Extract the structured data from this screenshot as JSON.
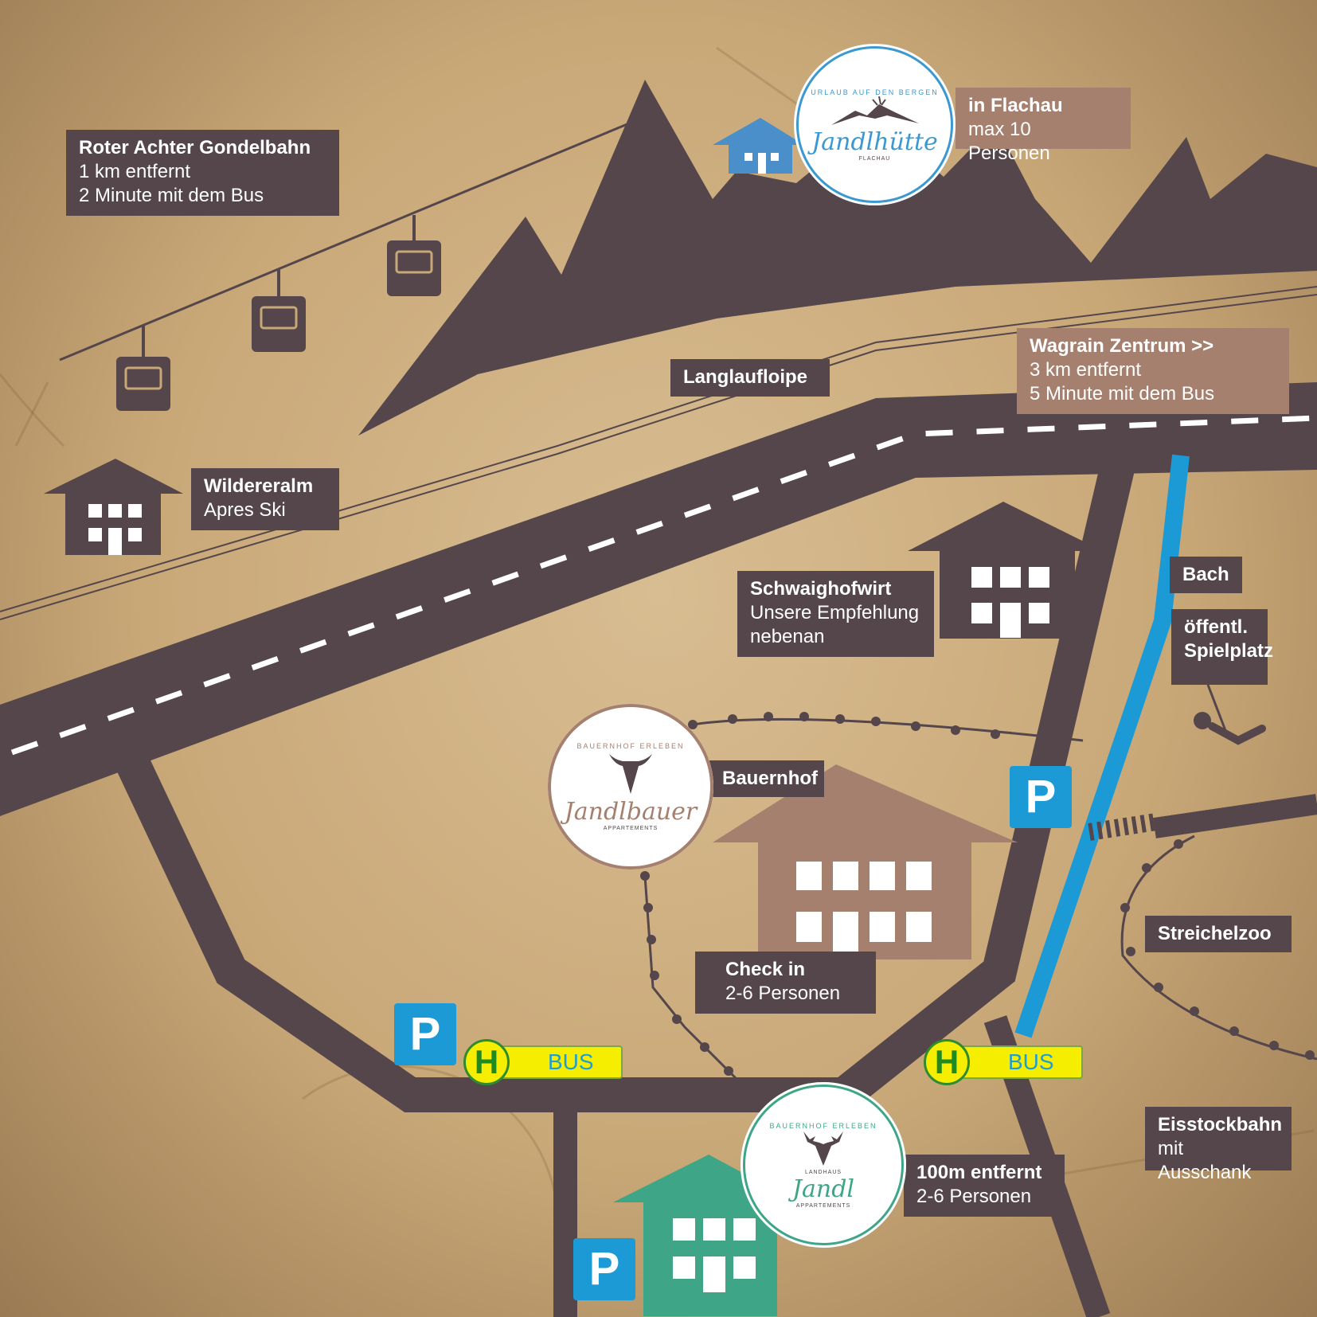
{
  "colors": {
    "road": "#54464a",
    "mountain": "#54464a",
    "label_dark": "#54464a",
    "label_pink": "#a5806f",
    "stream": "#1b9ad6",
    "parking": "#1b9ad6",
    "bus_yellow": "#f5ee00",
    "bus_green": "#1f8a1f",
    "hut_blue": "#4a8fc9",
    "house_green": "#3ea687",
    "house_pink": "#a5806f"
  },
  "labels": {
    "gondola": {
      "title": "Roter Achter Gondelbahn",
      "line1": "1 km entfernt",
      "line2": "2 Minute mit dem Bus"
    },
    "flachau": {
      "title": "in Flachau",
      "line1": "max 10 Personen"
    },
    "langlauf": {
      "title": "Langlaufloipe"
    },
    "wagrain": {
      "title": "Wagrain Zentrum >>",
      "line1": "3 km entfernt",
      "line2": "5 Minute mit dem Bus"
    },
    "wildereralm": {
      "title": "Wildereralm",
      "line1": "Apres Ski"
    },
    "schwaighof": {
      "title": "Schwaighofwirt",
      "line1": "Unsere Empfehlung",
      "line2": "nebenan"
    },
    "bach": {
      "title": "Bach"
    },
    "spielplatz": {
      "title": "öffentl.",
      "line1": "Spielplatz"
    },
    "bauernhof": {
      "title": "Bauernhof"
    },
    "checkin": {
      "title": "Check in",
      "line1": "2-6 Personen"
    },
    "streichelzoo": {
      "title": "Streichelzoo"
    },
    "eisstock": {
      "title": "Eisstockbahn",
      "line1": "mit Ausschank"
    },
    "landhaus": {
      "title": "100m entfernt",
      "line1": "2-6 Personen"
    }
  },
  "badges": {
    "jandlhuette": {
      "arc": "URLAUB AUF DEN BERGEN",
      "name": "Jandlhütte",
      "sub": "FLACHAU"
    },
    "jandlbauer": {
      "arc": "BAUERNHOF ERLEBEN",
      "name": "Jandlbauer",
      "sub": "APPARTEMENTS"
    },
    "jandl": {
      "arc": "BAUERNHOF ERLEBEN",
      "pre": "LANDHAUS",
      "name": "Jandl",
      "sub": "APPARTEMENTS"
    }
  },
  "parking": {
    "letter": "P"
  },
  "bus_stop": {
    "letter": "H",
    "text": "BUS"
  }
}
